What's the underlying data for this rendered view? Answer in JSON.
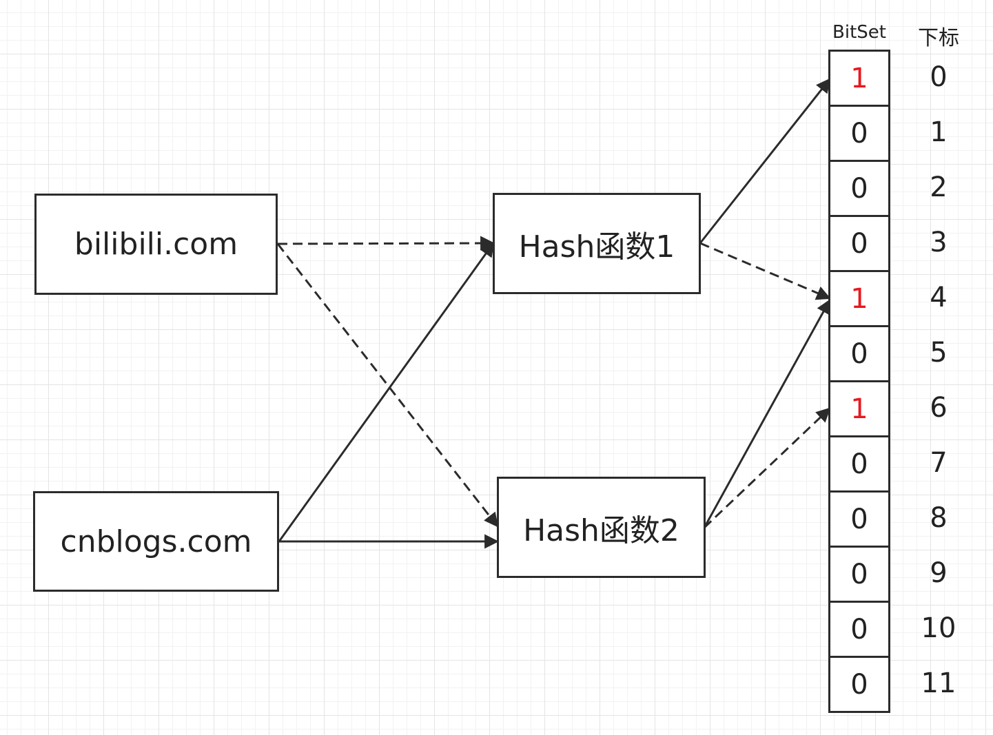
{
  "inputs": [
    {
      "label": "bilibili.com"
    },
    {
      "label": "cnblogs.com"
    }
  ],
  "hash_functions": [
    {
      "label": "Hash函数1"
    },
    {
      "label": "Hash函数2"
    }
  ],
  "bitset": {
    "title": "BitSet",
    "index_title": "下标",
    "cells": [
      {
        "value": "1",
        "index": "0",
        "set": true
      },
      {
        "value": "0",
        "index": "1",
        "set": false
      },
      {
        "value": "0",
        "index": "2",
        "set": false
      },
      {
        "value": "0",
        "index": "3",
        "set": false
      },
      {
        "value": "1",
        "index": "4",
        "set": true
      },
      {
        "value": "0",
        "index": "5",
        "set": false
      },
      {
        "value": "1",
        "index": "6",
        "set": true
      },
      {
        "value": "0",
        "index": "7",
        "set": false
      },
      {
        "value": "0",
        "index": "8",
        "set": false
      },
      {
        "value": "0",
        "index": "9",
        "set": false
      },
      {
        "value": "0",
        "index": "10",
        "set": false
      },
      {
        "value": "0",
        "index": "11",
        "set": false
      }
    ]
  },
  "edges": [
    {
      "from": "bilibili.com",
      "to": "Hash函数1",
      "style": "dashed"
    },
    {
      "from": "bilibili.com",
      "to": "Hash函数2",
      "style": "dashed"
    },
    {
      "from": "cnblogs.com",
      "to": "Hash函数1",
      "style": "solid"
    },
    {
      "from": "cnblogs.com",
      "to": "Hash函数2",
      "style": "solid"
    },
    {
      "from": "Hash函数1",
      "to": "0",
      "style": "solid"
    },
    {
      "from": "Hash函数1",
      "to": "4",
      "style": "dashed"
    },
    {
      "from": "Hash函数2",
      "to": "4",
      "style": "solid"
    },
    {
      "from": "Hash函数2",
      "to": "6",
      "style": "dashed"
    }
  ],
  "colors": {
    "set_bit": "#e8191f",
    "line": "#2b2b2b"
  }
}
